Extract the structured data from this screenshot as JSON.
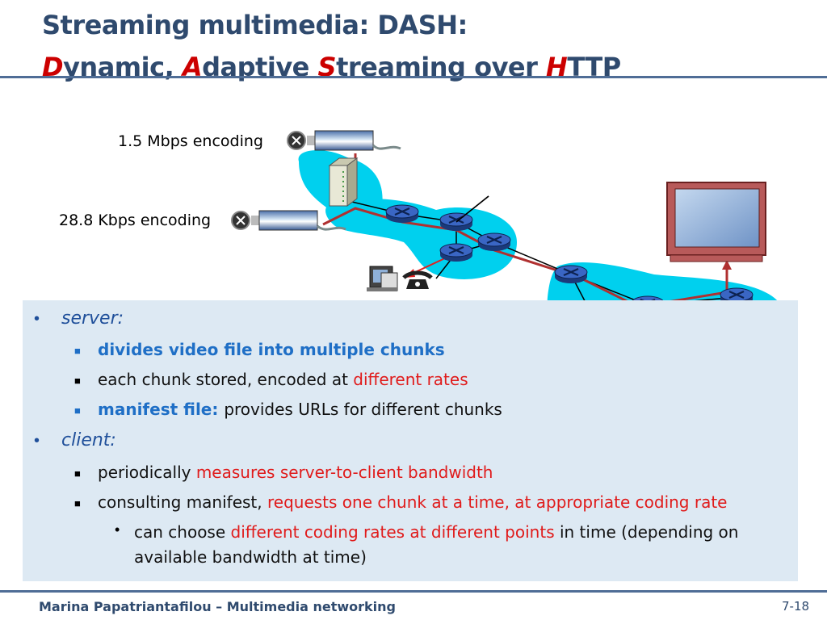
{
  "title": {
    "line1": "Streaming multimedia: DASH:",
    "line2": [
      {
        "text": "D",
        "hl": true
      },
      {
        "text": "ynamic, ",
        "hl": false
      },
      {
        "text": "A",
        "hl": true
      },
      {
        "text": "daptive ",
        "hl": false
      },
      {
        "text": "S",
        "hl": true
      },
      {
        "text": "treaming over ",
        "hl": false
      },
      {
        "text": "H",
        "hl": true
      },
      {
        "text": "TTP",
        "hl": false
      }
    ]
  },
  "diagram": {
    "encoding_high": "1.5 Mbps encoding",
    "encoding_low": "28.8 Kbps encoding"
  },
  "bullets": {
    "server_label": "server:",
    "server_items": [
      [
        {
          "text": "divides video file into multiple chunks",
          "style": "blue"
        }
      ],
      [
        {
          "text": "each chunk stored, encoded at ",
          "style": ""
        },
        {
          "text": "different rates",
          "style": "red"
        }
      ],
      [
        {
          "text": "manifest file: ",
          "style": "blue"
        },
        {
          "text": "provides URLs for different chunks",
          "style": ""
        }
      ]
    ],
    "client_label": "client:",
    "client_items": [
      [
        {
          "text": "periodically ",
          "style": ""
        },
        {
          "text": "measures server-to-client bandwidth",
          "style": "red"
        }
      ],
      [
        {
          "text": "consulting manifest, ",
          "style": ""
        },
        {
          "text": "requests one chunk at a time, at appropriate coding rate",
          "style": "red"
        }
      ]
    ],
    "sub_item": {
      "line1": [
        {
          "text": "can choose ",
          "style": ""
        },
        {
          "text": "different coding rates at different points",
          "style": "red"
        },
        {
          "text": " in time (depending on",
          "style": ""
        }
      ],
      "line2": "available bandwidth at time)"
    }
  },
  "footer": {
    "author": "Marina Papatriantafilou –  Multimedia networking",
    "page": "7-18"
  },
  "colors": {
    "title": "#2f4a6e",
    "highlight": "#cc0000",
    "network_cloud": "#00ccee",
    "box_bg": "#dde9f3",
    "red_path": "#b02020"
  }
}
